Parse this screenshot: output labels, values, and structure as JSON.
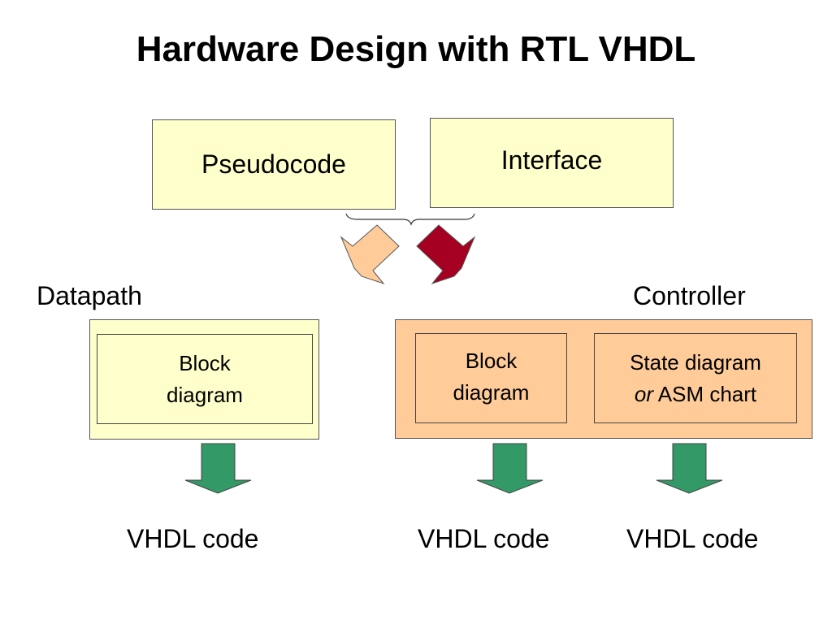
{
  "title": "Hardware Design with RTL VHDL",
  "top_boxes": {
    "pseudocode": "Pseudocode",
    "interface": "Interface"
  },
  "sections": {
    "datapath": {
      "label": "Datapath",
      "block_line1": "Block",
      "block_line2": "diagram",
      "output": "VHDL code"
    },
    "controller": {
      "label": "Controller",
      "block_line1": "Block",
      "block_line2": "diagram",
      "state_line1": "State diagram",
      "state_or": "or",
      "state_line2_rest": " ASM chart",
      "output_block": "VHDL code",
      "output_state": "VHDL code"
    }
  },
  "colors": {
    "light_yellow": "#ffffcc",
    "peach": "#ffcc99",
    "dark_red": "#a50021",
    "green": "#339966"
  }
}
